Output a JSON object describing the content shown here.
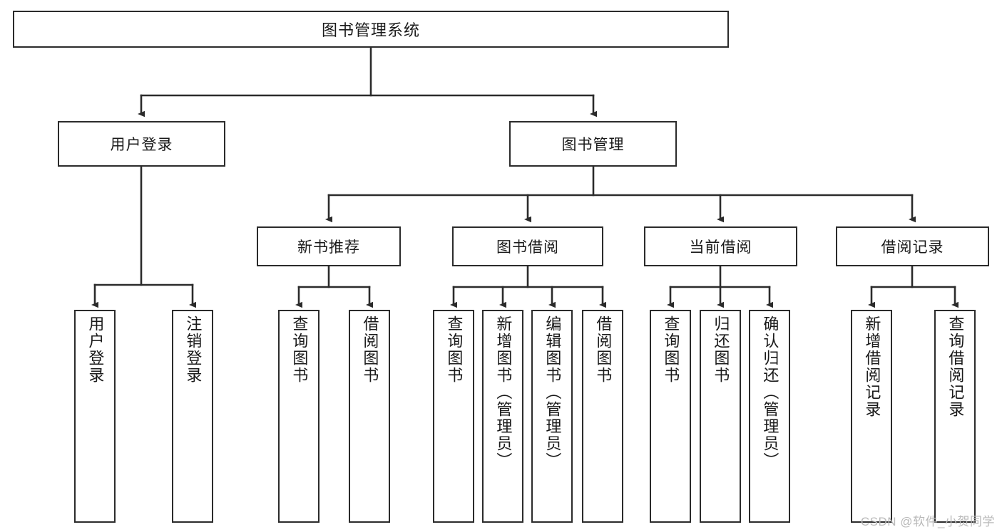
{
  "diagram": {
    "title": "图书管理系统",
    "type": "tree-hierarchy",
    "watermark": "CSDN @软件_小贺同学",
    "colors": {
      "background": "#ffffff",
      "stroke": "#2b2b2b",
      "text": "#1a1a1a",
      "watermark": "#b9b9b9"
    },
    "root": {
      "label": "图书管理系统"
    },
    "level2": [
      {
        "label": "用户登录"
      },
      {
        "label": "图书管理"
      }
    ],
    "level3": [
      {
        "label": "新书推荐"
      },
      {
        "label": "图书借阅"
      },
      {
        "label": "当前借阅"
      },
      {
        "label": "借阅记录"
      }
    ],
    "leaves": {
      "user_login": [
        {
          "label": "用户登录"
        },
        {
          "label": "注销登录"
        }
      ],
      "new_book_recommend": [
        {
          "label": "查询图书"
        },
        {
          "label": "借阅图书"
        }
      ],
      "book_borrow": [
        {
          "label": "查询图书"
        },
        {
          "label": "新增图书（管理员）"
        },
        {
          "label": "编辑图书（管理员）"
        },
        {
          "label": "借阅图书"
        }
      ],
      "current_borrow": [
        {
          "label": "查询图书"
        },
        {
          "label": "归还图书"
        },
        {
          "label": "确认归还（管理员）"
        }
      ],
      "borrow_record": [
        {
          "label": "新增借阅记录"
        },
        {
          "label": "查询借阅记录"
        }
      ]
    }
  }
}
